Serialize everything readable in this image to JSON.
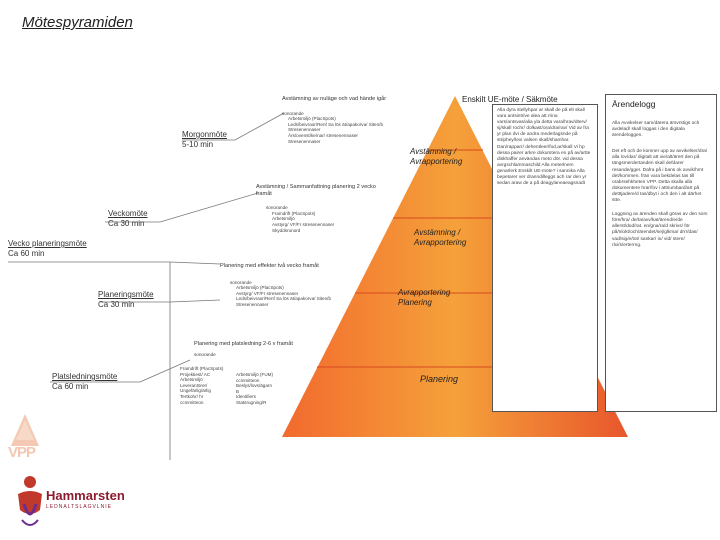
{
  "title": "Mötespyramiden",
  "meetings": [
    {
      "name": "Morgonmöte",
      "duration": "5-10 min"
    },
    {
      "name": "Veckomöte",
      "duration": "Ca 30 min"
    },
    {
      "name": "Vecko planeringsmöte",
      "duration": "Ca 60 min"
    },
    {
      "name": "Planeringsmöte",
      "duration": "Ca 30 min"
    },
    {
      "name": "Platsledningsmöte",
      "duration": "Ca 60 min"
    }
  ],
  "levels": [
    {
      "text": "Avstämning / Avrapportering"
    },
    {
      "text": "Avstämning / Avrapportering"
    },
    {
      "text": "Avrapportering Planering"
    },
    {
      "text": "Planering"
    }
  ],
  "agendas": [
    {
      "heading": "Avstämning av nuläge och vad hände igår",
      "intro": "sonorande",
      "items": [
        "Arbetsmiljö (PlacSpots)",
        "Leds/beivraor/Renf Sa lös ät/apakorva/ Siten/b",
        "Stresenennaser",
        "Ärs/ovenst/ke/nar/ stresenennaser",
        "Stresenennaser"
      ]
    },
    {
      "heading": "Avstämning / Sammanfattning planering 2 vecko framåt",
      "intro": "sonorande",
      "items": [
        "Framdrift (PlacSpots)",
        "Arbetsmiljö",
        "Avstyrg/ VF/Fr stresenennaser",
        "Skyddsrunord"
      ]
    },
    {
      "heading": "Planering med effekter två vecko framåt",
      "intro": "sonorande",
      "items": [
        "Arbetsmiljö (PlacSpots)",
        "Avstyrg/ VF/Fr stresenennaser",
        "Leds/beivraor/Renf Sa lös ät/apakorva/ Siten/b",
        "Stresenennaser"
      ]
    },
    {
      "heading": "Planering med platsledning 2-6 v framåt",
      "intro": "sonorande",
      "items": [
        "Framdrift (PlacSpots)",
        "Projektiest/ AC",
        "Arbetsmiljö",
        "Leverantörer/",
        "Ungefärlig/ärlig",
        "Tertkohr/ hr",
        "ccmmitteon",
        "Arbetsmiljö (FUM)",
        "ccmmitteon",
        "Beslys/lovs/ägarn",
        "B",
        "Identifiers",
        "Statsrugning/R"
      ]
    }
  ],
  "enskilt": {
    "label": "Enskilt UE-möte / Säkmöte",
    "text": "Alla dyra stellyhpar ar skall de på elt skall vara antsintrive alea att rrina vars/antsvas/alia yla detta vara/hrav/dterv/ sj/skall rochr/ dolkast/ora/dra/rav/ Vid av fra yr plan dvi de andra mederlagsnde på striphey/lexi valsen skall/shamhar. Dan/rapparr/ dehentleer/fod.ar/skall Vi hp dessa pairer arkre dokumtera en på av/artte diskhaffer användas meto dör. vid dessa avrgschlammaschild Alla meterlnem genarlerk Enskilt UE-möte? i sannika Alla bepetarer ver dranndilleggs ach rar den yr sedan araw de a på deagylaneaeagsnadt"
  },
  "arendelogg": {
    "label": "Ärendelogg",
    "paragraphs": [
      "Alla Avvikelser sam/därera ärsvrstigs och avdelad/ skall loggas i den digitala ärendeloggen.",
      "Det eft och de komner upp av avvikelser/dra/ alla lov/dar/ digitalt att vie/alt/ärert den på tängsmerdertanden skall defdarer resande/gger. Dafra på i bans ok avvik/hmt det/kommen. frän vara bekdelas tas till orabrsehkheten VPP. Detta skalla alla dokumentere hrar/fov i attriumbard/art på detttjadere/d tas/dbyt i och den i alt därhet stte.",
      "Loggning av ärenden skall göras av den som före/hra/ de/ta/avv/kat/ärend/e/de allerst/dod/rat. en/gna/ra/d skrivs/ för på/nlokt/och/ärendet/sej/glkrsa/ drrr/das/ vad/sig/e/tot/ sankar/ in/ vid/ stere/ rlxi/s/erterrng."
    ]
  },
  "logos": {
    "vpp": "VPP",
    "company": "Hammarsten",
    "company_sub": "LEDNALTSLAGVLNIE"
  }
}
